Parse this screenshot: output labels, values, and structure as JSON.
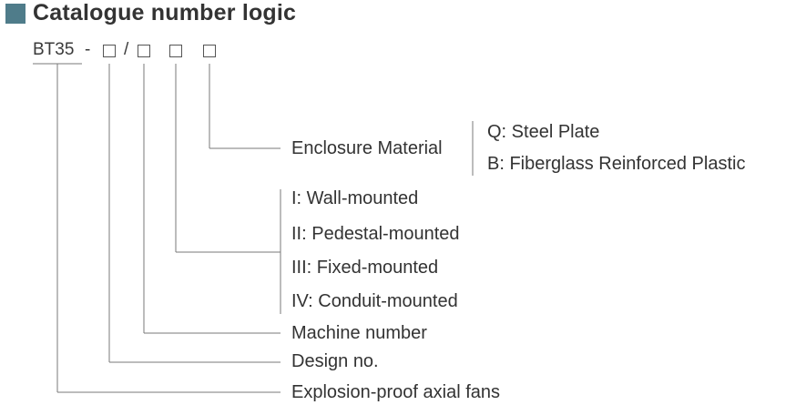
{
  "title": "Catalogue number logic",
  "code": {
    "prefix": "BT35",
    "dash": "-",
    "slash": "/"
  },
  "labels": {
    "enclosure": "Enclosure Material",
    "material_options": [
      "Q: Steel Plate",
      "B: Fiberglass Reinforced Plastic"
    ],
    "mounting_options": [
      "I: Wall-mounted",
      "II: Pedestal-mounted",
      "III: Fixed-mounted",
      "IV: Conduit-mounted"
    ],
    "machine_number": "Machine number",
    "design_no": "Design no.",
    "product": "Explosion-proof axial fans"
  },
  "colors": {
    "accent": "#4f7c8a",
    "line": "#7a7a7a"
  }
}
